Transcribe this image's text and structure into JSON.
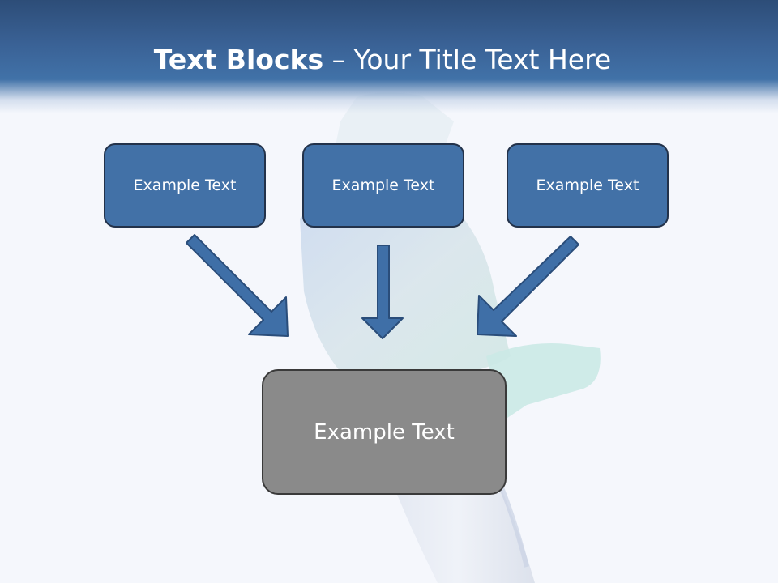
{
  "title": {
    "bold_part": "Text Blocks",
    "separator": "–",
    "rest": "Your Title Text Here"
  },
  "blocks": {
    "top": [
      {
        "label": "Example Text"
      },
      {
        "label": "Example Text"
      },
      {
        "label": "Example Text"
      }
    ],
    "bottom": {
      "label": "Example Text"
    }
  },
  "colors": {
    "header": "#3a6296",
    "box_fill": "#4271a7",
    "box_border": "#23324a",
    "bottom_box_fill": "#8a8a8a",
    "arrow_fill": "#3f6fa7",
    "background": "#f5f7fc"
  },
  "background_image": "toothbrush-with-toothpaste"
}
